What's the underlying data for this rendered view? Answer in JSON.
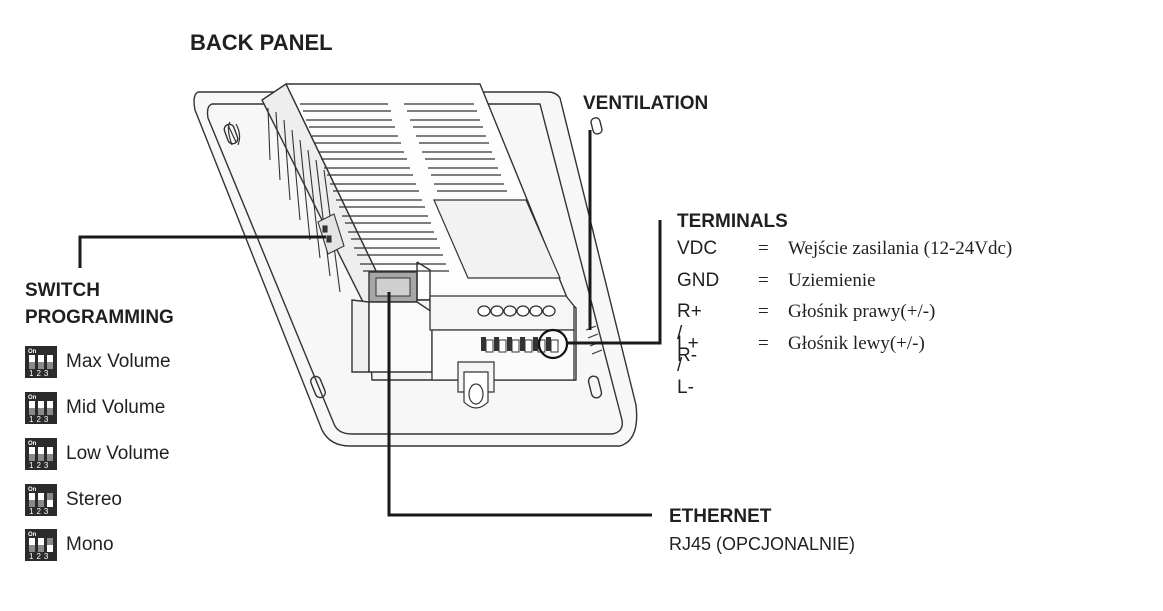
{
  "title": "BACK PANEL",
  "labels": {
    "ventilation": "VENTILATION",
    "terminals": "TERMINALS",
    "ethernet": "ETHERNET",
    "ethernet_sub": "RJ45 (OPCJONALNIE)",
    "switch_line1": "SWITCH",
    "switch_line2": "PROGRAMMING"
  },
  "dip_on_text": "On",
  "dip_numbers": "123",
  "switch_modes": [
    {
      "label": "Max Volume",
      "switches": [
        true,
        true,
        true
      ]
    },
    {
      "label": "Mid Volume",
      "switches": [
        true,
        true,
        true
      ]
    },
    {
      "label": "Low Volume",
      "switches": [
        true,
        true,
        true
      ]
    },
    {
      "label": "Stereo",
      "switches": [
        true,
        true,
        false
      ]
    },
    {
      "label": "Mono",
      "switches": [
        true,
        true,
        false
      ]
    }
  ],
  "terminals": [
    {
      "key": "VDC",
      "eq": "=",
      "value": "Wejście zasilania (12-24Vdc)"
    },
    {
      "key": "GND",
      "eq": "=",
      "value": "Uziemienie"
    },
    {
      "key": "R+ / R-",
      "eq": "=",
      "value": "Głośnik prawy(+/-)"
    },
    {
      "key": "L+ / L-",
      "eq": "=",
      "value": "Głośnik lewy(+/-)"
    }
  ]
}
